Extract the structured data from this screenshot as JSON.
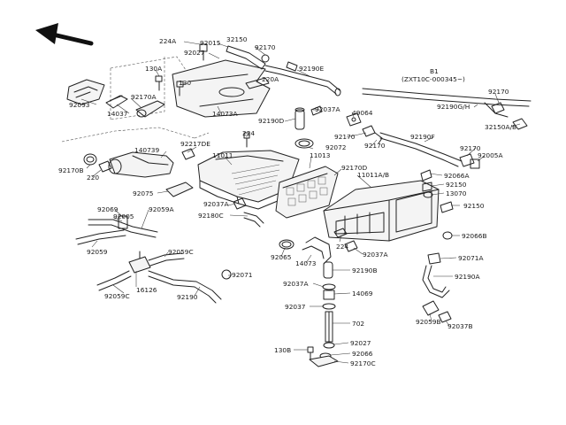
{
  "labels": {
    "l_224A": "224A",
    "l_92015": "92015",
    "l_32150": "32150",
    "l_92170_top": "92170",
    "l_92027_top": "92027",
    "l_130A": "130A",
    "l_92190E": "92190E",
    "l_130": "130",
    "l_220A": "220A",
    "l_92093": "92093",
    "l_92170A": "92170A",
    "l_14037": "14037",
    "l_14073A": "14073A",
    "l_92190D": "92190D",
    "l_92037A_top": "92037A",
    "l_49064": "49064",
    "l_92170C": "92170",
    "l_92170_mid": "92170",
    "l_224": "224",
    "l_92217DE": "92217DE",
    "l_140739": "140739",
    "l_11011": "11011",
    "l_92072": "92072",
    "l_11013": "11013",
    "l_92170D": "92170D",
    "l_11011AB": "11011A/B",
    "l_92170B": "92170B",
    "l_220": "220",
    "l_92075": "92075",
    "l_92037A_mid": "92037A",
    "l_92180C": "92180C",
    "l_92069_a": "92069",
    "l_92059A": "92059A",
    "l_92005": "92005",
    "l_92059": "92059",
    "l_92059C_a": "92059C",
    "l_16126": "16126",
    "l_92059C_b": "92059C",
    "l_92190": "92190",
    "l_92071": "92071",
    "l_92065": "92065",
    "l_14073": "14073",
    "l_224b": "224",
    "l_92037A_low": "92037A",
    "l_92190B": "92190B",
    "l_92037A_b": "92037A",
    "l_14069": "14069",
    "l_92037": "92037",
    "l_702": "702",
    "l_92027_low": "92027",
    "l_130B": "130B",
    "l_92066": "92066",
    "l_92170C_low": "92170C",
    "l_b1": "B1",
    "l_serial": "(ZXT10C-000345~)",
    "l_92170_r": "92170",
    "l_92190GH": "92190G/H",
    "l_32150AB": "32150A/B",
    "l_92190F": "92190F",
    "l_92170_r2": "92170",
    "l_92005A": "92005A",
    "l_92066A": "92066A",
    "l_92150": "92150",
    "l_13070": "13070",
    "l_92150b": "92150",
    "l_92066B": "92066B",
    "l_92071A": "92071A",
    "l_92190A": "92190A",
    "l_92059B": "92059B",
    "l_92037B": "92037B"
  }
}
